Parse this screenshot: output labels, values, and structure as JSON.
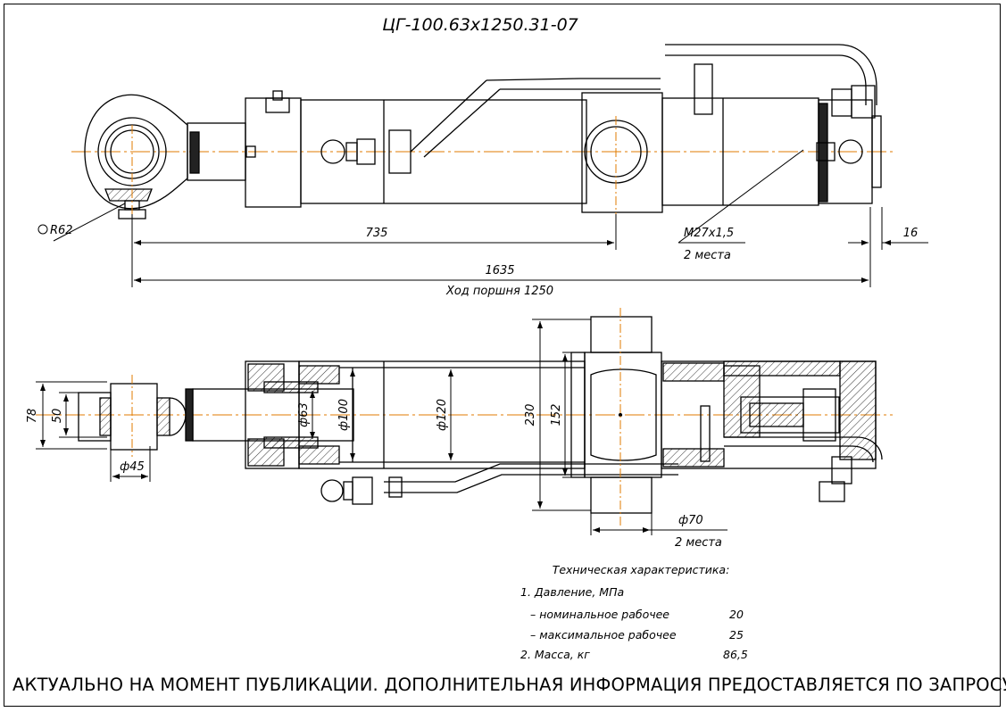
{
  "title": "ЦГ-100.63х1250.31-07",
  "top_view": {
    "radius_label": "R62",
    "dim_735": "735",
    "dim_1635": "1635",
    "dim_16": "16",
    "stroke_label": "Ход поршня 1250",
    "thread_label": "M27x1,5",
    "thread_count": "2 места"
  },
  "section_view": {
    "dim_78": "78",
    "dim_50": "50",
    "dim_45": "ф45",
    "dim_63": "ф63",
    "dim_100": "ф100",
    "dim_120": "ф120",
    "dim_230": "230",
    "dim_152": "152",
    "dim_70": "ф70",
    "dim_70_count": "2 места"
  },
  "specs": {
    "heading": "Техническая характеристика:",
    "item1": "1. Давление, МПа",
    "nominal_label": "– номинальное рабочее",
    "nominal_value": "20",
    "max_label": "– максимальное рабочее",
    "max_value": "25",
    "item2": "2. Масса, кг",
    "mass_value": "86,5"
  },
  "footer": "АКТУАЛЬНО НА МОМЕНТ ПУБЛИКАЦИИ. ДОПОЛНИТЕЛЬНАЯ ИНФОРМАЦИЯ ПРЕДОСТАВЛЯЕТСЯ ПО ЗАПРОСУ",
  "colors": {
    "line": "#000000",
    "centerline": "#e07b00",
    "background": "#ffffff"
  }
}
